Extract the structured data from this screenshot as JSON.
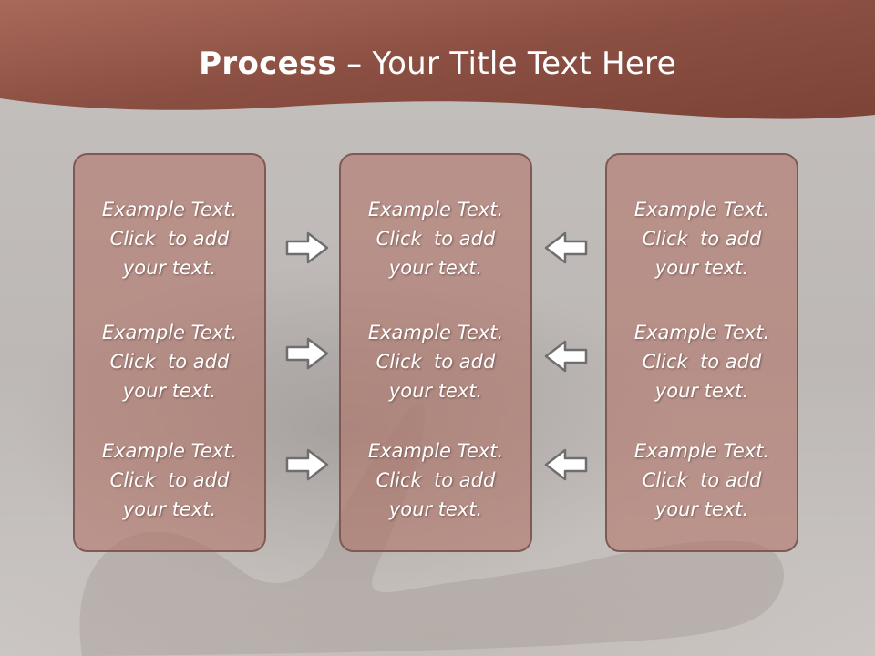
{
  "title": {
    "bold": "Process",
    "rest": " – Your Title Text Here"
  },
  "colors": {
    "header": "#9c5d4d",
    "panel": "#c08376",
    "panel_border": "#7f5a52",
    "arrow_stroke": "#6e6e6e",
    "arrow_fill": "#ffffff"
  },
  "panels": [
    {
      "items": [
        {
          "l1": "Example Text.",
          "l2": "Click  to add",
          "l3": "your text."
        },
        {
          "l1": "Example Text.",
          "l2": "Click  to add",
          "l3": "your text."
        },
        {
          "l1": "Example Text.",
          "l2": "Click  to add",
          "l3": "your text."
        }
      ]
    },
    {
      "items": [
        {
          "l1": "Example Text.",
          "l2": "Click  to add",
          "l3": "your text."
        },
        {
          "l1": "Example Text.",
          "l2": "Click  to add",
          "l3": "your text."
        },
        {
          "l1": "Example Text.",
          "l2": "Click  to add",
          "l3": "your text."
        }
      ]
    },
    {
      "items": [
        {
          "l1": "Example Text.",
          "l2": "Click  to add",
          "l3": "your text."
        },
        {
          "l1": "Example Text.",
          "l2": "Click  to add",
          "l3": "your text."
        },
        {
          "l1": "Example Text.",
          "l2": "Click  to add",
          "l3": "your text."
        }
      ]
    }
  ],
  "arrows": {
    "left_group": "right-arrow-icon",
    "right_group": "left-arrow-icon"
  }
}
